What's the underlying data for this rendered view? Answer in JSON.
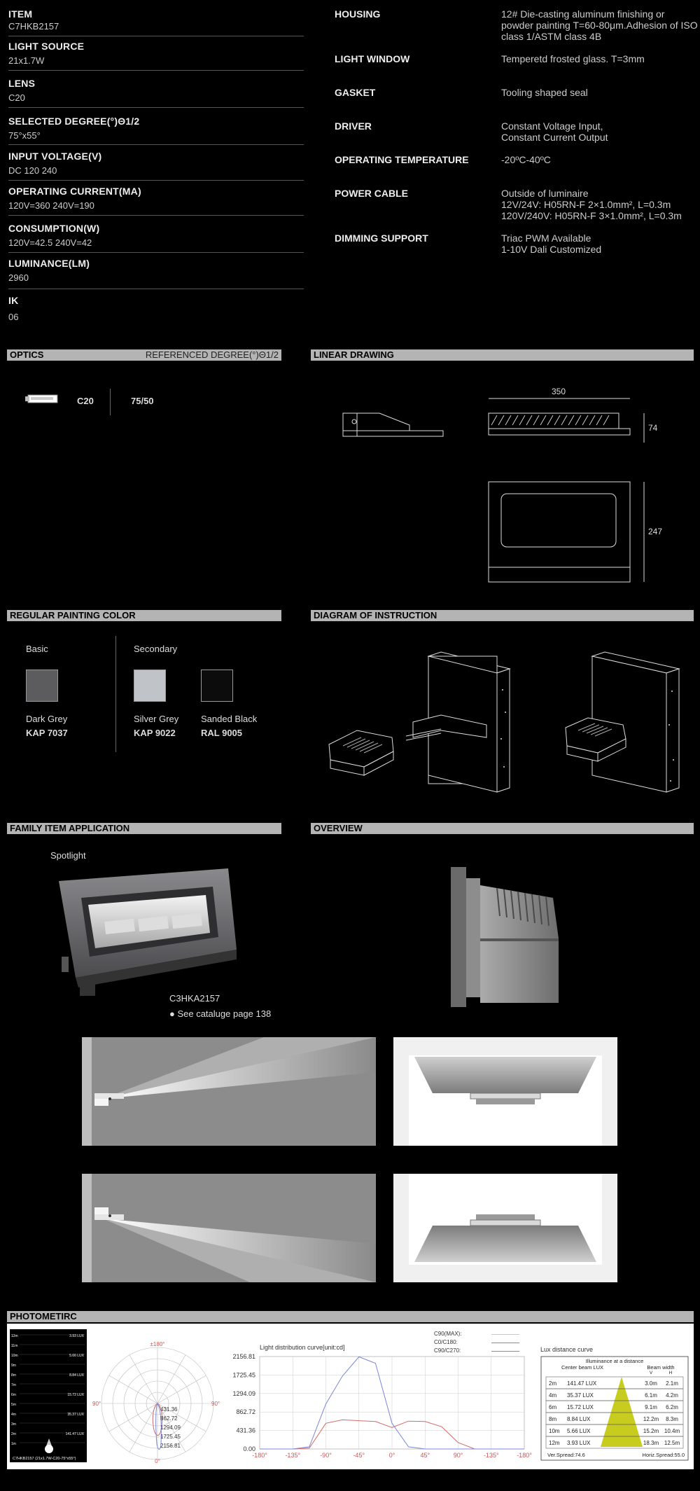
{
  "specs_left": [
    {
      "label": "ITEM",
      "value": "C7HKB2157"
    },
    {
      "label": "LIGHT SOURCE",
      "value": "21x1.7W"
    },
    {
      "label": "LENS",
      "value": "C20"
    },
    {
      "label": "SELECTED DEGREE(°)Θ1/2",
      "value": "75°x55°"
    },
    {
      "label": "INPUT VOLTAGE(V)",
      "value": "DC 120   240"
    },
    {
      "label": "OPERATING CURRENT(MA)",
      "value": "120V=360   240V=190"
    },
    {
      "label": "CONSUMPTION(W)",
      "value": "120V=42.5   240V=42"
    },
    {
      "label": "LUMINANCE(LM)",
      "value": "2960"
    },
    {
      "label": "IK",
      "value": "06"
    }
  ],
  "specs_right": [
    {
      "label": "HOUSING",
      "value": "12# Die-casting aluminum finishing or powder painting T=60-80μm.Adhesion of ISO class 1/ASTM class 4B"
    },
    {
      "label": "LIGHT WINDOW",
      "value": "Temperetd frosted glass. T=3mm"
    },
    {
      "label": "GASKET",
      "value": "Tooling shaped seal"
    },
    {
      "label": "DRIVER",
      "value": "Constant Voltage Input,\nConstant Current Output"
    },
    {
      "label": "OPERATING TEMPERATURE",
      "value": "-20ºC-40ºC"
    },
    {
      "label": "POWER CABLE",
      "value": "Outside of luminaire\n12V/24V: H05RN-F 2×1.0mm², L=0.3m\n120V/240V: H05RN-F 3×1.0mm², L=0.3m"
    },
    {
      "label": "DIMMING SUPPORT",
      "value": "Triac  PWM  Available\n1-10V  Dali  Customized"
    }
  ],
  "sections": {
    "optics": "OPTICS",
    "optics_sub": "REFERENCED DEGREE(°)Θ1/2",
    "linear": "LINEAR DRAWING",
    "painting": "REGULAR PAINTING COLOR",
    "instruction": "DIAGRAM OF INSTRUCTION",
    "family": "FAMILY ITEM APPLICATION",
    "overview": "OVERVIEW",
    "photometric": "PHOTOMETIRC"
  },
  "optics": {
    "lens": "C20",
    "degree": "75/50"
  },
  "dimensions": {
    "width": "350",
    "height": "74",
    "depth": "247"
  },
  "colors": {
    "basic_label": "Basic",
    "secondary_label": "Secondary",
    "items": [
      {
        "name": "Dark Grey",
        "code": "KAP 7037",
        "hex": "#5c5c5f"
      },
      {
        "name": "Silver Grey",
        "code": "KAP 9022",
        "hex": "#c0c3c8"
      },
      {
        "name": "Sanded Black",
        "code": "RAL 9005",
        "hex": "#0c0c0c"
      }
    ]
  },
  "family": {
    "label": "Spotlight",
    "item": "C3HKA2157",
    "note": "● See cataluge page 138"
  },
  "photometric": {
    "iso_label": "C7HKB2157 (21x1.7W-C20-75°x55°)",
    "iso_rows": [
      "12m",
      "11m",
      "10m",
      "9m",
      "8m",
      "7m",
      "6m",
      "5m",
      "4m",
      "3m",
      "2m",
      "1m"
    ],
    "iso_values": [
      "3.93 LUX",
      "5.66 LUX",
      "8.84 LUX",
      "15.72 LUX",
      "35.37 LUX",
      "141.47 LUX"
    ],
    "polar_top": "±180°",
    "polar_left": "90°",
    "polar_right": "90°",
    "polar_bottom": "0°",
    "polar_values": [
      "431.36",
      "862.72",
      "1294.09",
      "1725.45",
      "2156.81"
    ],
    "legend": [
      "C90(MAX):",
      "C0/C180:",
      "C90/C270:"
    ]
  },
  "chart_data": {
    "type": "line",
    "title": "Light distribution curve[unit:cd]",
    "x": [
      "-180°",
      "-135°",
      "-90°",
      "-45°",
      "0°",
      "45°",
      "90°",
      "-135°",
      "-180°"
    ],
    "y_ticks": [
      "2156.81",
      "1725.45",
      "1294.09",
      "862.72",
      "431.36",
      "0.00"
    ],
    "ylim": [
      0,
      2156.81
    ],
    "grid": true,
    "series": [
      {
        "name": "C0/C180:",
        "color": "#d46a6a",
        "values": [
          0,
          0,
          0,
          20,
          600,
          680,
          660,
          640,
          500,
          650,
          640,
          520,
          150,
          0,
          0,
          0,
          0
        ]
      },
      {
        "name": "C90/C270:",
        "color": "#7b87d8",
        "values": [
          0,
          0,
          0,
          50,
          1050,
          1700,
          2150,
          2000,
          600,
          50,
          0,
          0,
          0,
          0,
          0,
          0,
          0
        ]
      }
    ]
  },
  "lux_table": {
    "title": "Lux distance curve",
    "header": "Illuminance at a distance",
    "col_center": "Center beam LUX",
    "col_width": "Beam width",
    "col_v": "V",
    "col_h": "H",
    "rows": [
      {
        "d": "2m",
        "lux": "141.47 LUX",
        "v": "3.0m",
        "h": "2.1m"
      },
      {
        "d": "4m",
        "lux": "35.37 LUX",
        "v": "6.1m",
        "h": "4.2m"
      },
      {
        "d": "6m",
        "lux": "15.72 LUX",
        "v": "9.1m",
        "h": "6.2m"
      },
      {
        "d": "8m",
        "lux": "8.84 LUX",
        "v": "12.2m",
        "h": "8.3m"
      },
      {
        "d": "10m",
        "lux": "5.66 LUX",
        "v": "15.2m",
        "h": "10.4m"
      },
      {
        "d": "12m",
        "lux": "3.93 LUX",
        "v": "18.3m",
        "h": "12.5m"
      }
    ],
    "ver_spread": "Ver.Spread:74.6",
    "hor_spread": "Horiz.Spread:55.0"
  }
}
